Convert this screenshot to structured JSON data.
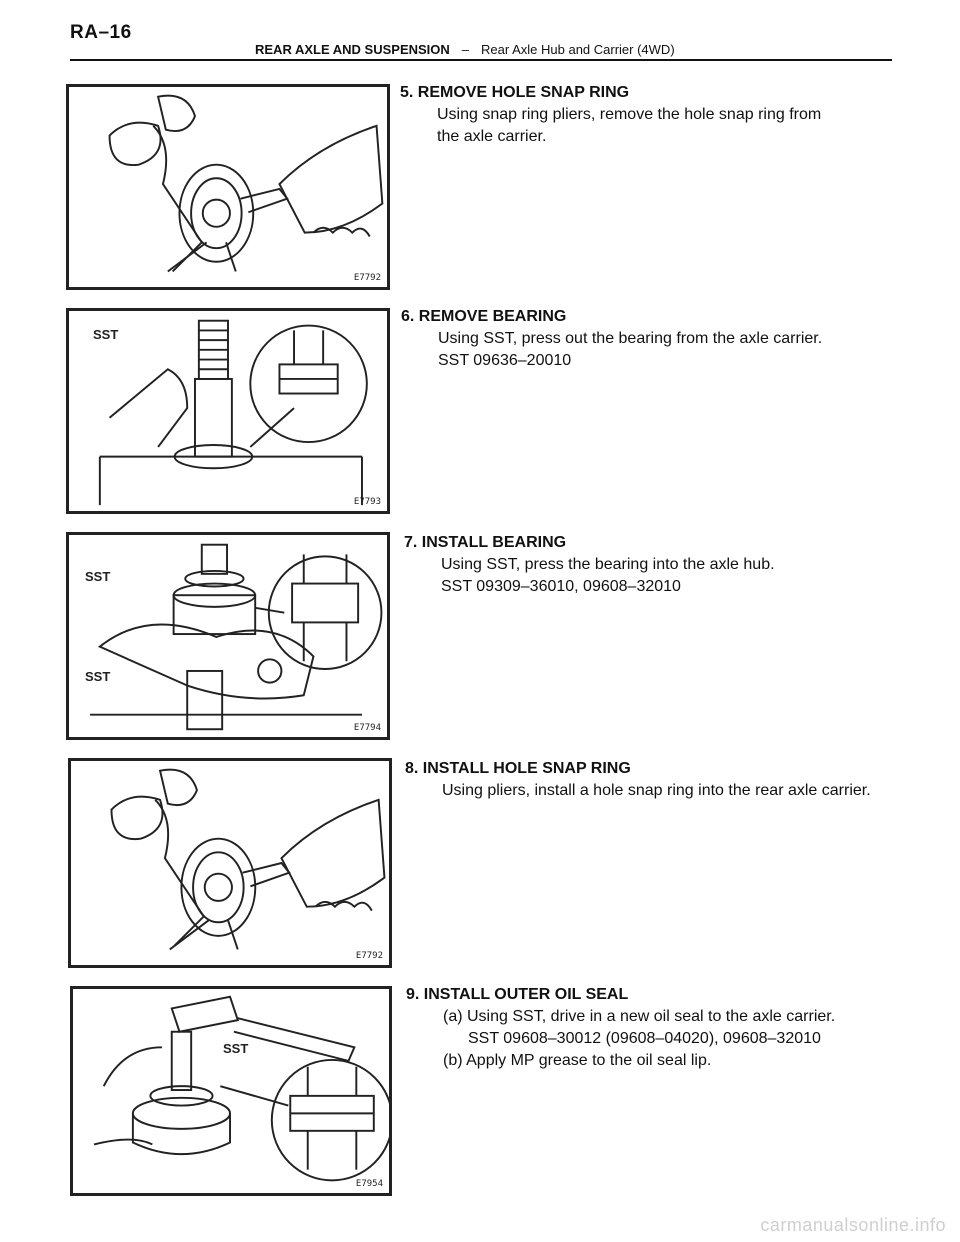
{
  "header": {
    "page_number": "RA–16",
    "section": "REAR AXLE AND SUSPENSION",
    "separator": "–",
    "subsection": "Rear Axle Hub and Carrier (4WD)"
  },
  "steps": [
    {
      "title": "5. REMOVE HOLE SNAP RING",
      "lines": [
        "Using snap ring pliers, remove the hole snap ring from",
        "the axle carrier."
      ],
      "figure": {
        "id": "E7792",
        "labels": []
      }
    },
    {
      "title": "6. REMOVE BEARING",
      "lines": [
        "Using SST, press out the bearing from the axle carrier.",
        "SST  09636–20010"
      ],
      "figure": {
        "id": "E7793",
        "labels": [
          "SST"
        ]
      }
    },
    {
      "title": "7. INSTALL BEARING",
      "lines": [
        "Using SST, press the bearing into the axle hub.",
        "SST  09309–36010,  09608–32010"
      ],
      "figure": {
        "id": "E7794",
        "labels": [
          "SST",
          "SST"
        ]
      }
    },
    {
      "title": "8. INSTALL HOLE SNAP RING",
      "lines": [
        "Using pliers, install a hole snap ring into the rear axle carrier."
      ],
      "figure": {
        "id": "E7792",
        "labels": []
      }
    },
    {
      "title": "9. INSTALL OUTER OIL SEAL",
      "lines": [
        "(a) Using SST, drive in a new oil seal to the axle carrier.",
        "SST  09608–30012  (09608–04020),  09608–32010",
        "(b) Apply MP grease to the oil seal lip."
      ],
      "figure": {
        "id": "E7954",
        "labels": [
          "SST"
        ]
      }
    }
  ],
  "watermark": "carmanualsonline.info"
}
